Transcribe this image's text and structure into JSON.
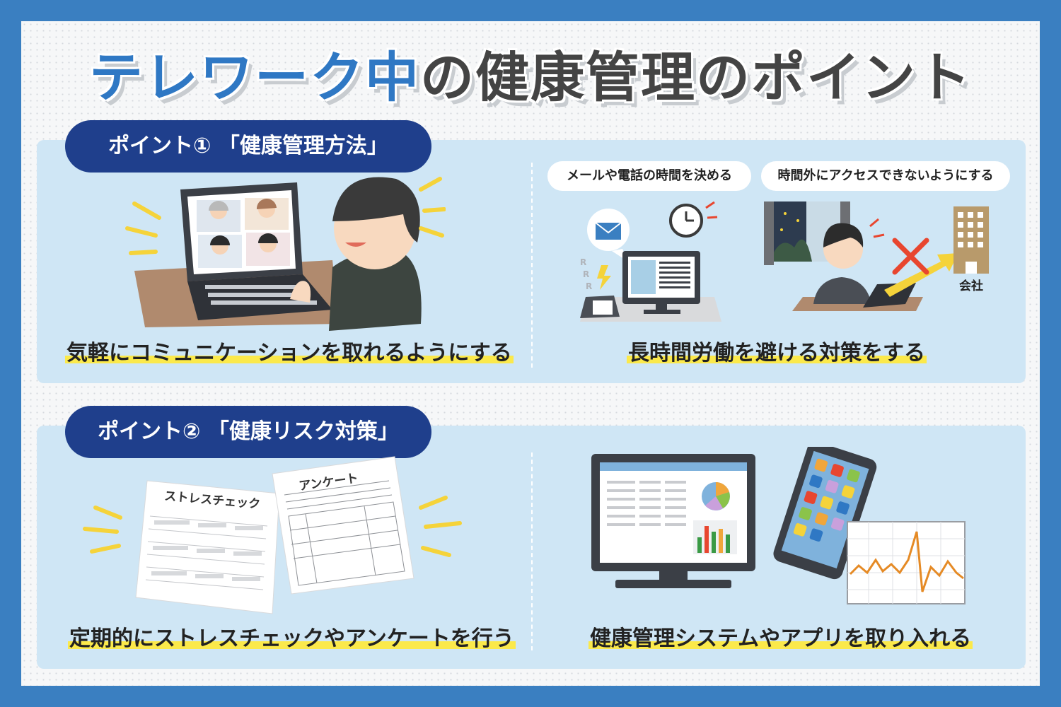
{
  "title": {
    "part_blue": "テレワーク中",
    "part_dark": "の健康管理のポイント"
  },
  "section1": {
    "tag": "ポイント① 「健康管理方法」",
    "left_caption": "気軽にコミュニケーションを取れるようにする",
    "right_caption": "長時間労働を避ける対策をする",
    "bubble_mail": "メールや電話の時間を決める",
    "bubble_access": "時間外にアクセスできないようにする",
    "company_label": "会社"
  },
  "section2": {
    "tag": "ポイント② 「健康リスク対策」",
    "left_caption": "定期的にストレスチェックやアンケートを行う",
    "right_caption": "健康管理システムやアプリを取り入れる",
    "stress_sheet_title": "ストレスチェック",
    "survey_sheet_title": "アンケート"
  },
  "colors": {
    "frame": "#3a7fc1",
    "title_blue": "#2f78c4",
    "title_dark": "#444444",
    "tag_bg": "#1f3f8c",
    "panel_bg": "#cfe6f5",
    "highlight": "#fbe94b",
    "alert_red": "#e8462f",
    "arrow_yellow": "#f5d33a"
  },
  "icons": [
    "laptop-icon",
    "mail-icon",
    "clock-icon",
    "phone-icon",
    "monitor-icon",
    "company-building-icon",
    "prohibited-cross-icon",
    "smartphone-icon",
    "graph-icon",
    "pie-chart-icon",
    "bar-chart-icon"
  ]
}
